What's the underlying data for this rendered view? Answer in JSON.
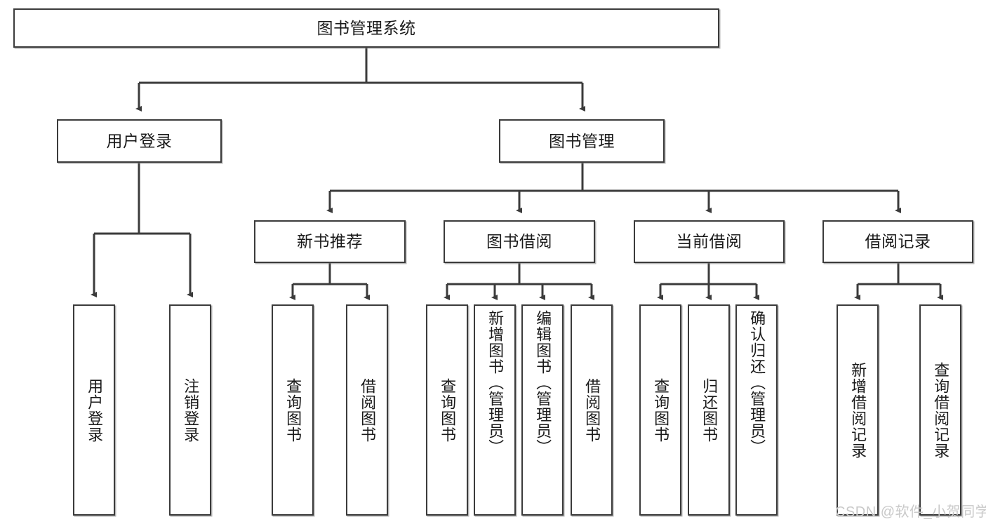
{
  "diagram": {
    "title_node": {
      "label": "图书管理系统"
    },
    "level2": [
      {
        "label": "用户登录"
      },
      {
        "label": "图书管理"
      }
    ],
    "level3": [
      {
        "label": "新书推荐"
      },
      {
        "label": "图书借阅"
      },
      {
        "label": "当前借阅"
      },
      {
        "label": "借阅记录"
      }
    ],
    "leaves": {
      "user_login": [
        {
          "label": "用户登录"
        },
        {
          "label": "注销登录"
        }
      ],
      "new_book_recommend": [
        {
          "label": "查询图书"
        },
        {
          "label": "借阅图书"
        }
      ],
      "book_borrow": [
        {
          "label": "查询图书"
        },
        {
          "label": "新增图书（管理员）"
        },
        {
          "label": "编辑图书（管理员）"
        },
        {
          "label": "借阅图书"
        }
      ],
      "current_borrow": [
        {
          "label": "查询图书"
        },
        {
          "label": "归还图书"
        },
        {
          "label": "确认归还（管理员）"
        }
      ],
      "borrow_record": [
        {
          "label": "新增借阅记录"
        },
        {
          "label": "查询借阅记录"
        }
      ]
    }
  },
  "watermark": {
    "text": "CSDN @软件_小贺同学"
  },
  "colors": {
    "border": "#3b3b3b",
    "text": "#1a1a1a",
    "background": "#ffffff",
    "watermark": "#c9c9c9"
  }
}
